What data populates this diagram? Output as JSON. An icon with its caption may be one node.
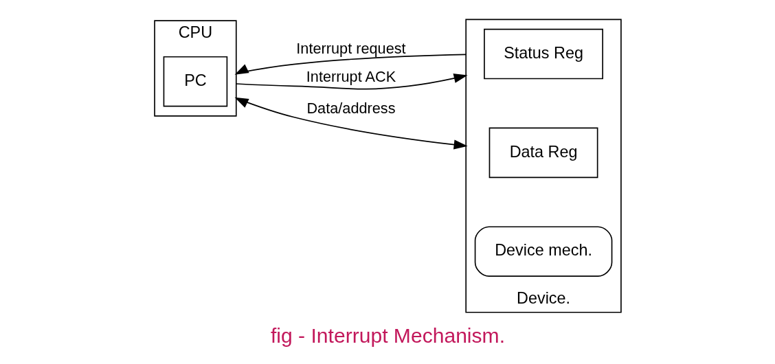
{
  "diagram": {
    "caption": "fig - Interrupt Mechanism.",
    "nodes": [
      {
        "text": [
          "CPU"
        ]
      },
      {
        "text": [
          "PC"
        ],
        "in": 0
      },
      {
        "text": [
          "Device."
        ]
      },
      {
        "text": [
          "Status Reg"
        ],
        "in": 2
      },
      {
        "text": [
          "Data Reg"
        ],
        "in": 2
      },
      {
        "text": [
          "Device mech."
        ],
        "in": 2
      }
    ],
    "edges": [
      {
        "from": 2,
        "to": 0,
        "arrow": "to",
        "label": "Interrupt request"
      },
      {
        "from": 0,
        "to": 2,
        "arrow": "to",
        "label": "Interrupt ACK"
      },
      {
        "from": 0,
        "to": 2,
        "arrow": "both",
        "label": "Data/address"
      }
    ]
  }
}
